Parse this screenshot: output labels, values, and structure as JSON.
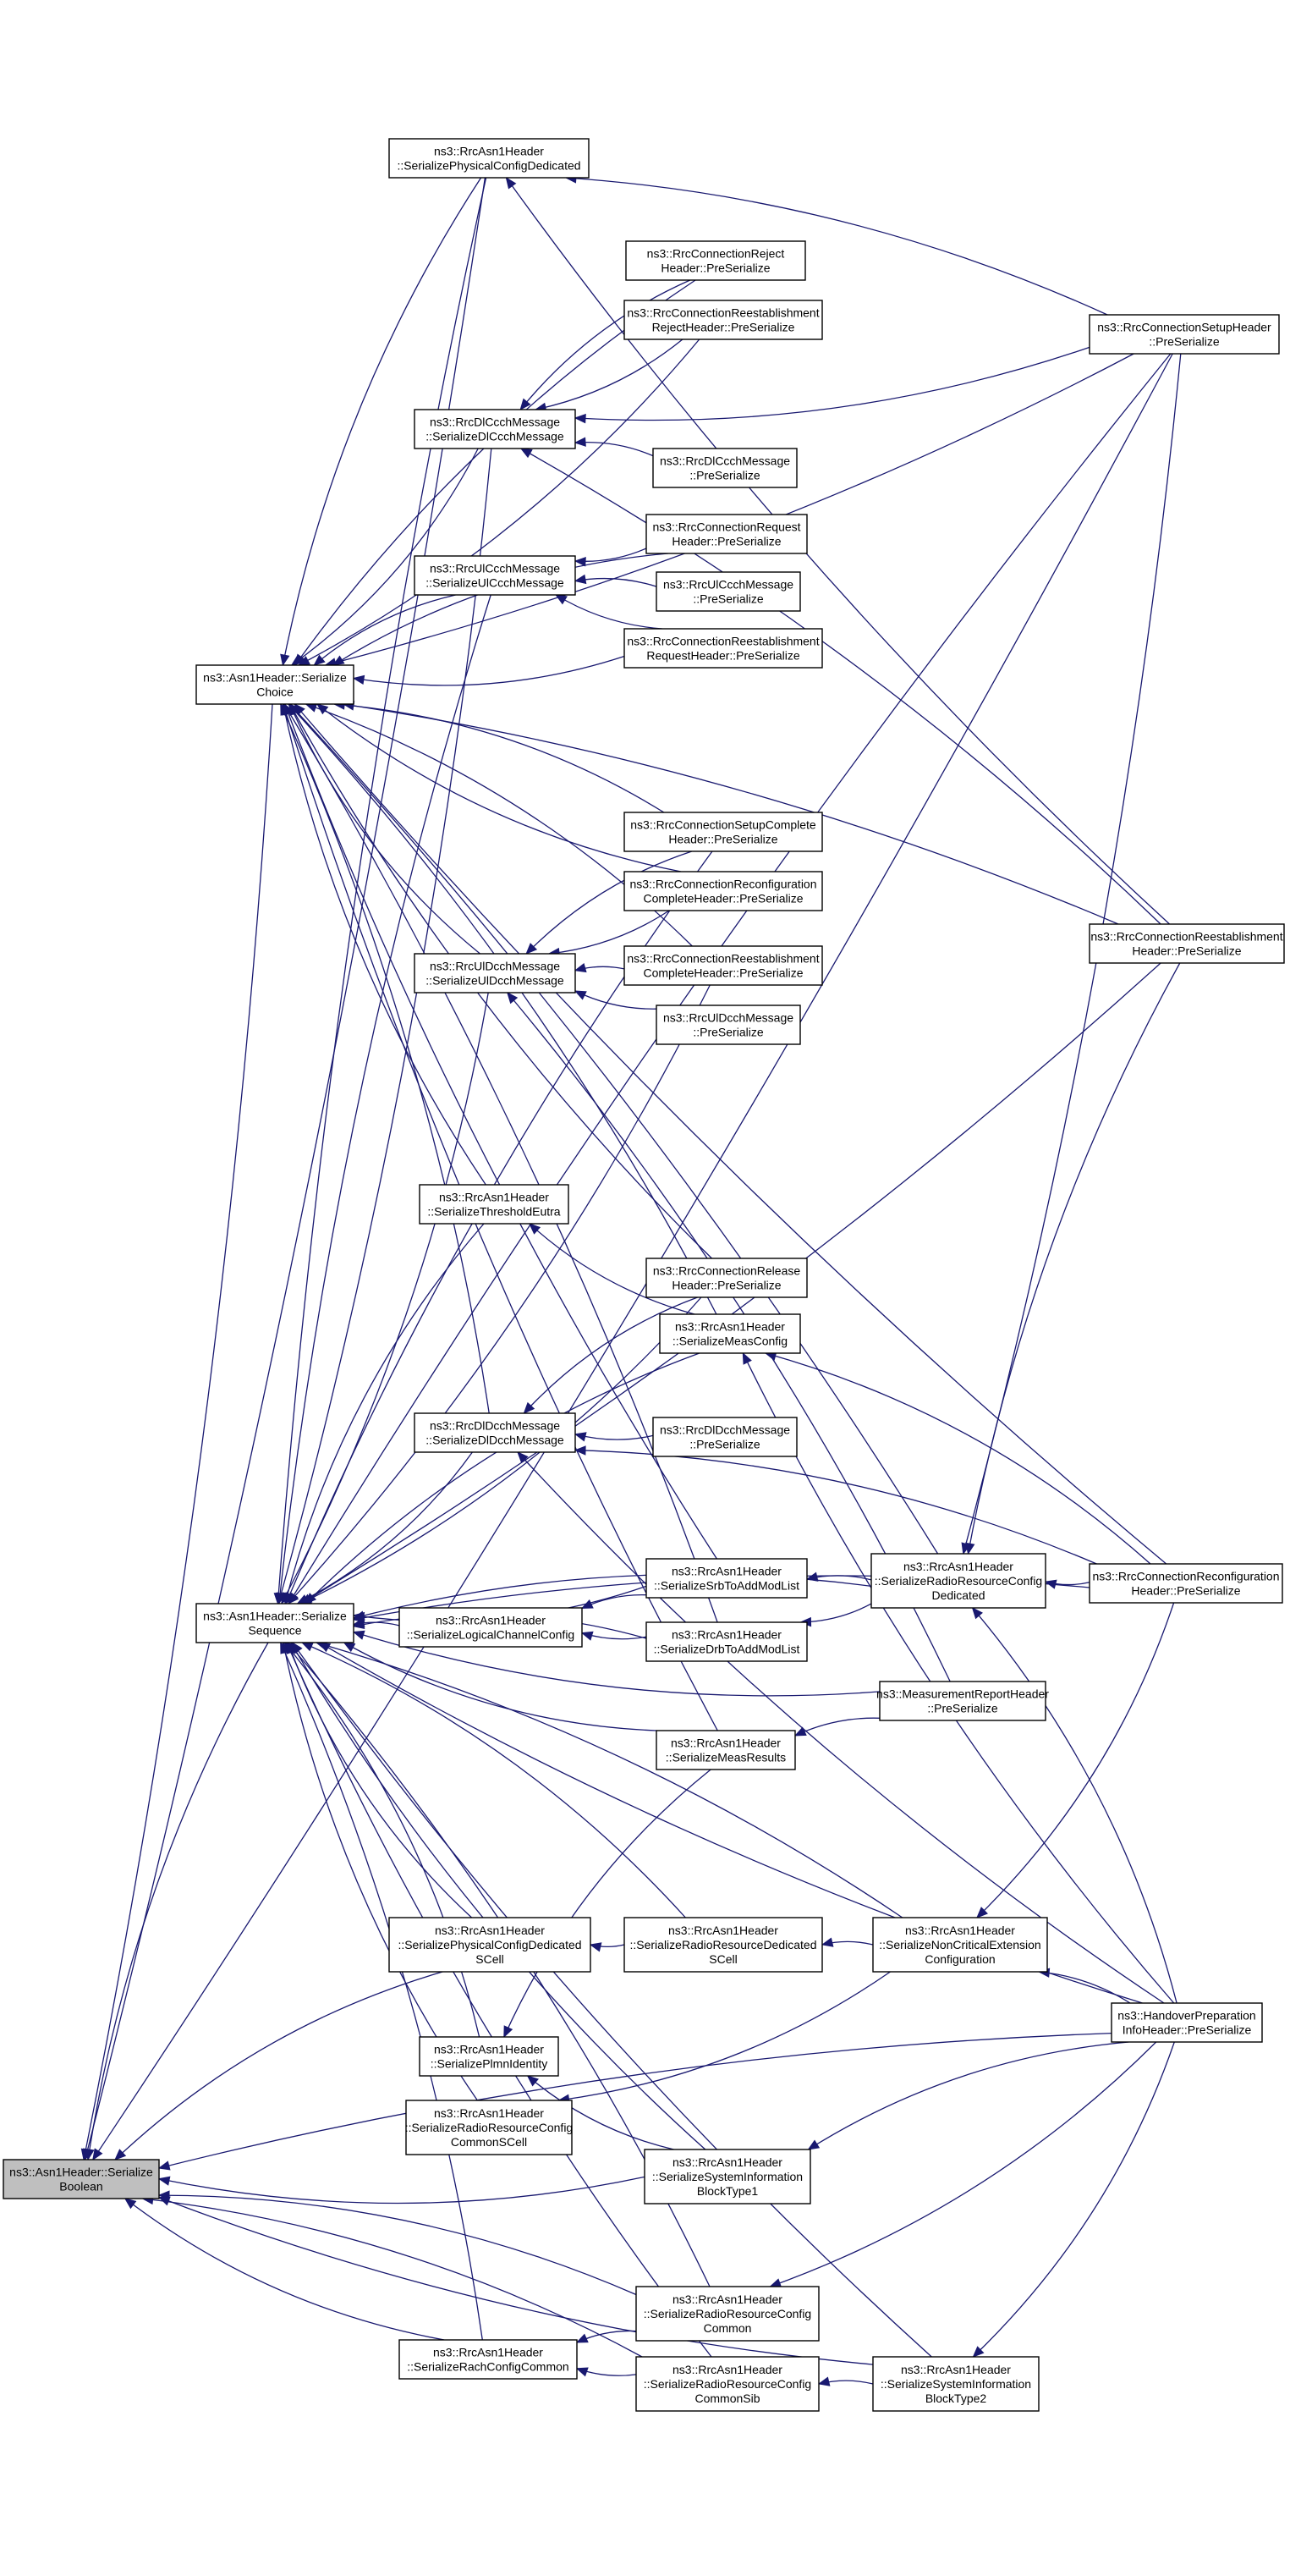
{
  "nodes": [
    {
      "id": "bool",
      "lines": [
        "ns3::Asn1Header::Serialize",
        "Boolean"
      ],
      "selected": true
    },
    {
      "id": "choice",
      "lines": [
        "ns3::Asn1Header::Serialize",
        "Choice"
      ]
    },
    {
      "id": "seq",
      "lines": [
        "ns3::Asn1Header::Serialize",
        "Sequence"
      ]
    },
    {
      "id": "phys_ded",
      "lines": [
        "ns3::RrcAsn1Header",
        "::SerializePhysicalConfigDedicated"
      ]
    },
    {
      "id": "dlccch",
      "lines": [
        "ns3::RrcDlCcchMessage",
        "::SerializeDlCcchMessage"
      ]
    },
    {
      "id": "ulccch",
      "lines": [
        "ns3::RrcUlCcchMessage",
        "::SerializeUlCcchMessage"
      ]
    },
    {
      "id": "uldcch",
      "lines": [
        "ns3::RrcUlDcchMessage",
        "::SerializeUlDcchMessage"
      ]
    },
    {
      "id": "thresh",
      "lines": [
        "ns3::RrcAsn1Header",
        "::SerializeThresholdEutra"
      ]
    },
    {
      "id": "dldcch",
      "lines": [
        "ns3::RrcDlDcchMessage",
        "::SerializeDlDcchMessage"
      ]
    },
    {
      "id": "logch",
      "lines": [
        "ns3::RrcAsn1Header",
        "::SerializeLogicalChannelConfig"
      ]
    },
    {
      "id": "phys_scell",
      "lines": [
        "ns3::RrcAsn1Header",
        "::SerializePhysicalConfigDedicated",
        "SCell"
      ]
    },
    {
      "id": "plmn",
      "lines": [
        "ns3::RrcAsn1Header",
        "::SerializePlmnIdentity"
      ]
    },
    {
      "id": "rrcommon_scell",
      "lines": [
        "ns3::RrcAsn1Header",
        "::SerializeRadioResourceConfig",
        "CommonSCell"
      ]
    },
    {
      "id": "rach",
      "lines": [
        "ns3::RrcAsn1Header",
        "::SerializeRachConfigCommon"
      ]
    },
    {
      "id": "conn_reject",
      "lines": [
        "ns3::RrcConnectionReject",
        "Header::PreSerialize"
      ]
    },
    {
      "id": "reest_reject",
      "lines": [
        "ns3::RrcConnectionReestablishment",
        "RejectHeader::PreSerialize"
      ]
    },
    {
      "id": "dlccch_pre",
      "lines": [
        "ns3::RrcDlCcchMessage",
        "::PreSerialize"
      ]
    },
    {
      "id": "conn_request",
      "lines": [
        "ns3::RrcConnectionRequest",
        "Header::PreSerialize"
      ]
    },
    {
      "id": "ulccch_pre",
      "lines": [
        "ns3::RrcUlCcchMessage",
        "::PreSerialize"
      ]
    },
    {
      "id": "reest_request",
      "lines": [
        "ns3::RrcConnectionReestablishment",
        "RequestHeader::PreSerialize"
      ]
    },
    {
      "id": "setup_complete",
      "lines": [
        "ns3::RrcConnectionSetupComplete",
        "Header::PreSerialize"
      ]
    },
    {
      "id": "reconf_complete",
      "lines": [
        "ns3::RrcConnectionReconfiguration",
        "CompleteHeader::PreSerialize"
      ]
    },
    {
      "id": "reest_complete",
      "lines": [
        "ns3::RrcConnectionReestablishment",
        "CompleteHeader::PreSerialize"
      ]
    },
    {
      "id": "uldcch_pre",
      "lines": [
        "ns3::RrcUlDcchMessage",
        "::PreSerialize"
      ]
    },
    {
      "id": "conn_release",
      "lines": [
        "ns3::RrcConnectionRelease",
        "Header::PreSerialize"
      ]
    },
    {
      "id": "measconfig",
      "lines": [
        "ns3::RrcAsn1Header",
        "::SerializeMeasConfig"
      ]
    },
    {
      "id": "dldcch_pre",
      "lines": [
        "ns3::RrcDlDcchMessage",
        "::PreSerialize"
      ]
    },
    {
      "id": "srb",
      "lines": [
        "ns3::RrcAsn1Header",
        "::SerializeSrbToAddModList"
      ]
    },
    {
      "id": "drb",
      "lines": [
        "ns3::RrcAsn1Header",
        "::SerializeDrbToAddModList"
      ]
    },
    {
      "id": "measresults",
      "lines": [
        "ns3::RrcAsn1Header",
        "::SerializeMeasResults"
      ]
    },
    {
      "id": "rrded_scell",
      "lines": [
        "ns3::RrcAsn1Header",
        "::SerializeRadioResourceDedicated",
        "SCell"
      ]
    },
    {
      "id": "sib1",
      "lines": [
        "ns3::RrcAsn1Header",
        "::SerializeSystemInformation",
        "BlockType1"
      ]
    },
    {
      "id": "rrcommon",
      "lines": [
        "ns3::RrcAsn1Header",
        "::SerializeRadioResourceConfig",
        "Common"
      ]
    },
    {
      "id": "rrcommon_sib",
      "lines": [
        "ns3::RrcAsn1Header",
        "::SerializeRadioResourceConfig",
        "CommonSib"
      ]
    },
    {
      "id": "rrded",
      "lines": [
        "ns3::RrcAsn1Header",
        "::SerializeRadioResourceConfig",
        "Dedicated"
      ]
    },
    {
      "id": "measreport",
      "lines": [
        "ns3::MeasurementReportHeader",
        "::PreSerialize"
      ]
    },
    {
      "id": "noncrit",
      "lines": [
        "ns3::RrcAsn1Header",
        "::SerializeNonCriticalExtension",
        "Configuration"
      ]
    },
    {
      "id": "sib2",
      "lines": [
        "ns3::RrcAsn1Header",
        "::SerializeSystemInformation",
        "BlockType2"
      ]
    },
    {
      "id": "setup",
      "lines": [
        "ns3::RrcConnectionSetupHeader",
        "::PreSerialize"
      ]
    },
    {
      "id": "reest",
      "lines": [
        "ns3::RrcConnectionReestablishment",
        "Header::PreSerialize"
      ]
    },
    {
      "id": "reconf",
      "lines": [
        "ns3::RrcConnectionReconfiguration",
        "Header::PreSerialize"
      ]
    },
    {
      "id": "handover",
      "lines": [
        "ns3::HandoverPreparation",
        "InfoHeader::PreSerialize"
      ]
    }
  ],
  "edges": [
    [
      "choice",
      "bool"
    ],
    [
      "seq",
      "bool"
    ],
    [
      "phys_ded",
      "bool"
    ],
    [
      "phys_scell",
      "bool"
    ],
    [
      "sib1",
      "bool"
    ],
    [
      "rrcommon",
      "bool"
    ],
    [
      "rach",
      "bool"
    ],
    [
      "rrcommon_sib",
      "bool"
    ],
    [
      "sib2",
      "bool"
    ],
    [
      "handover",
      "bool"
    ],
    [
      "setup",
      "bool"
    ],
    [
      "phys_ded",
      "choice"
    ],
    [
      "dlccch",
      "choice"
    ],
    [
      "ulccch",
      "choice"
    ],
    [
      "uldcch",
      "choice"
    ],
    [
      "dldcch",
      "choice"
    ],
    [
      "thresh",
      "choice"
    ],
    [
      "conn_reject",
      "choice"
    ],
    [
      "reest_reject",
      "choice"
    ],
    [
      "conn_request",
      "choice"
    ],
    [
      "reest_request",
      "choice"
    ],
    [
      "setup_complete",
      "choice"
    ],
    [
      "reconf_complete",
      "choice"
    ],
    [
      "reest_complete",
      "choice"
    ],
    [
      "conn_release",
      "choice"
    ],
    [
      "measconfig",
      "choice"
    ],
    [
      "srb",
      "choice"
    ],
    [
      "drb",
      "choice"
    ],
    [
      "measresults",
      "choice"
    ],
    [
      "rrded",
      "choice"
    ],
    [
      "setup",
      "choice"
    ],
    [
      "reest",
      "choice"
    ],
    [
      "reconf",
      "choice"
    ],
    [
      "phys_ded",
      "seq"
    ],
    [
      "dlccch",
      "seq"
    ],
    [
      "ulccch",
      "seq"
    ],
    [
      "uldcch",
      "seq"
    ],
    [
      "thresh",
      "seq"
    ],
    [
      "dldcch",
      "seq"
    ],
    [
      "logch",
      "seq"
    ],
    [
      "phys_scell",
      "seq"
    ],
    [
      "plmn",
      "seq"
    ],
    [
      "rrcommon_scell",
      "seq"
    ],
    [
      "rach",
      "seq"
    ],
    [
      "conn_release",
      "seq"
    ],
    [
      "measconfig",
      "seq"
    ],
    [
      "srb",
      "seq"
    ],
    [
      "drb",
      "seq"
    ],
    [
      "measresults",
      "seq"
    ],
    [
      "rrded_scell",
      "seq"
    ],
    [
      "sib1",
      "seq"
    ],
    [
      "rrcommon",
      "seq"
    ],
    [
      "rrcommon_sib",
      "seq"
    ],
    [
      "rrded",
      "seq"
    ],
    [
      "measreport",
      "seq"
    ],
    [
      "noncrit",
      "seq"
    ],
    [
      "sib2",
      "seq"
    ],
    [
      "setup",
      "seq"
    ],
    [
      "reest",
      "seq"
    ],
    [
      "reconf",
      "seq"
    ],
    [
      "handover",
      "seq"
    ],
    [
      "setup_complete",
      "seq"
    ],
    [
      "reest_complete",
      "seq"
    ],
    [
      "conn_reject",
      "dlccch"
    ],
    [
      "reest_reject",
      "dlccch"
    ],
    [
      "dlccch_pre",
      "dlccch"
    ],
    [
      "setup",
      "dlccch"
    ],
    [
      "reest",
      "dlccch"
    ],
    [
      "conn_request",
      "ulccch"
    ],
    [
      "ulccch_pre",
      "ulccch"
    ],
    [
      "reest_request",
      "ulccch"
    ],
    [
      "setup_complete",
      "uldcch"
    ],
    [
      "reconf_complete",
      "uldcch"
    ],
    [
      "reest_complete",
      "uldcch"
    ],
    [
      "uldcch_pre",
      "uldcch"
    ],
    [
      "measreport",
      "uldcch"
    ],
    [
      "measconfig",
      "thresh"
    ],
    [
      "conn_release",
      "dldcch"
    ],
    [
      "dldcch_pre",
      "dldcch"
    ],
    [
      "reconf",
      "dldcch"
    ],
    [
      "handover",
      "dldcch"
    ],
    [
      "reconf",
      "measconfig"
    ],
    [
      "handover",
      "measconfig"
    ],
    [
      "srb",
      "logch"
    ],
    [
      "drb",
      "logch"
    ],
    [
      "rrded",
      "srb"
    ],
    [
      "rrded",
      "drb"
    ],
    [
      "measreport",
      "measresults"
    ],
    [
      "reconf",
      "rrded"
    ],
    [
      "handover",
      "rrded"
    ],
    [
      "setup",
      "rrded"
    ],
    [
      "reest",
      "rrded"
    ],
    [
      "rrded_scell",
      "phys_scell"
    ],
    [
      "noncrit",
      "rrded_scell"
    ],
    [
      "reconf",
      "noncrit"
    ],
    [
      "handover",
      "noncrit"
    ],
    [
      "sib1",
      "plmn"
    ],
    [
      "measresults",
      "plmn"
    ],
    [
      "noncrit",
      "rrcommon_scell"
    ],
    [
      "handover",
      "sib1"
    ],
    [
      "handover",
      "rrcommon"
    ],
    [
      "rrcommon",
      "rach"
    ],
    [
      "rrcommon_sib",
      "rach"
    ],
    [
      "sib2",
      "rrcommon_sib"
    ],
    [
      "handover",
      "sib2"
    ],
    [
      "setup",
      "phys_ded"
    ],
    [
      "reest",
      "phys_ded"
    ]
  ]
}
